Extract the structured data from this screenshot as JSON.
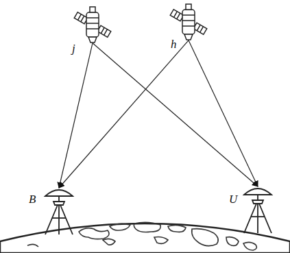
{
  "diagram": {
    "nodes": [
      {
        "text": [
          "j"
        ]
      },
      {
        "text": [
          "h"
        ]
      },
      {
        "text": [
          "B"
        ]
      },
      {
        "text": [
          "U"
        ]
      }
    ],
    "edges": [
      {
        "from": 0,
        "to": 2,
        "arrow": "to"
      },
      {
        "from": 0,
        "to": 3,
        "arrow": "to"
      },
      {
        "from": 1,
        "to": 2,
        "arrow": "to"
      },
      {
        "from": 1,
        "to": 3,
        "arrow": "to"
      }
    ]
  }
}
